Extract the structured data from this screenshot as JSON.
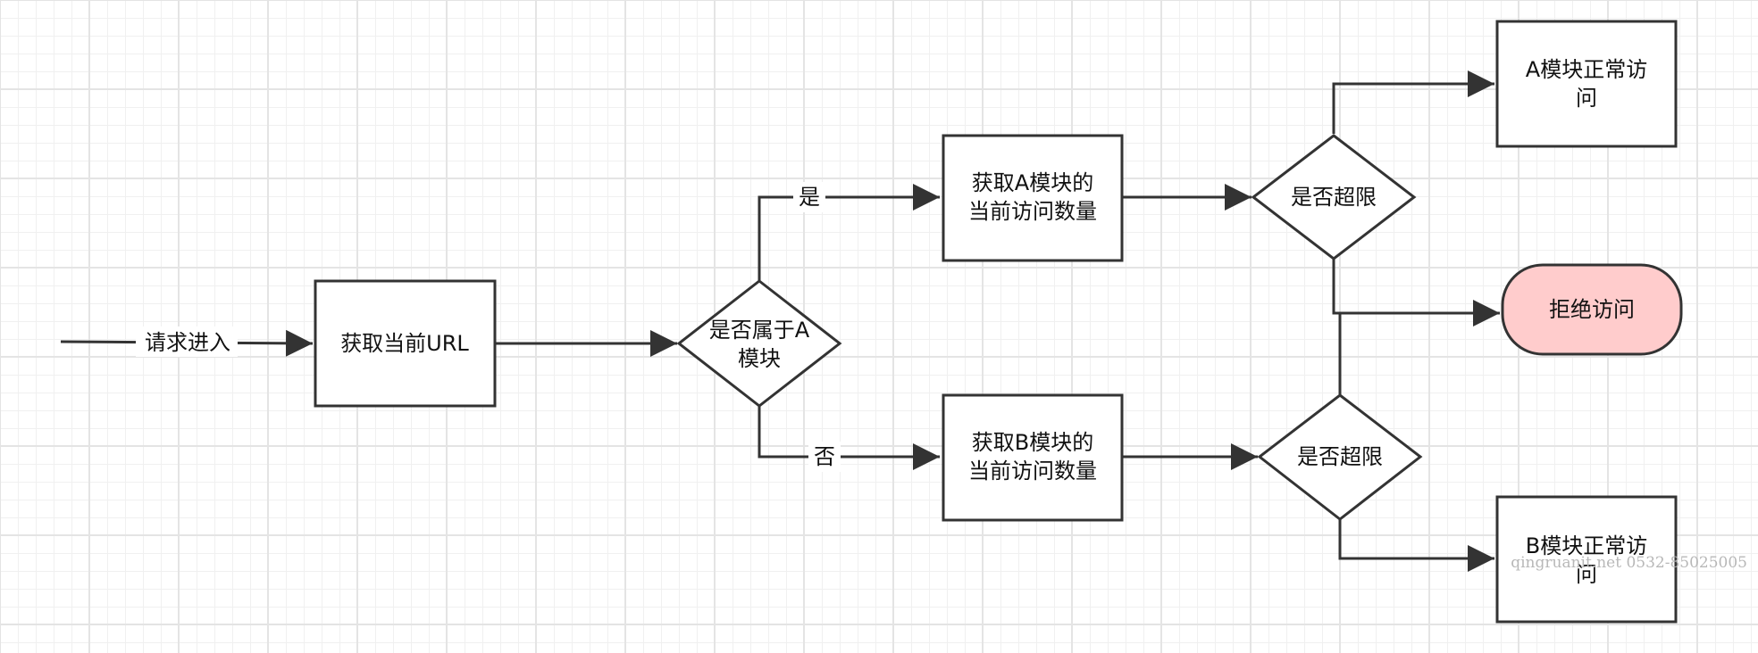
{
  "flowchart": {
    "start_label": "请求进入",
    "get_url": "获取当前URL",
    "decision_module": [
      "是否属于A",
      "模块"
    ],
    "yes_label": "是",
    "no_label": "否",
    "get_count_a": [
      "获取A模块的",
      "当前访问数量"
    ],
    "get_count_b": [
      "获取B模块的",
      "当前访问数量"
    ],
    "limit_check_a": "是否超限",
    "limit_check_b": "是否超限",
    "access_a": [
      "A模块正常访",
      "问"
    ],
    "access_b": [
      "B模块正常访",
      "问"
    ],
    "reject": "拒绝访问"
  },
  "colors": {
    "line": "#333333",
    "reject_fill": "#ffcccc"
  },
  "watermark": "qingruanit.net 0532-85025005"
}
